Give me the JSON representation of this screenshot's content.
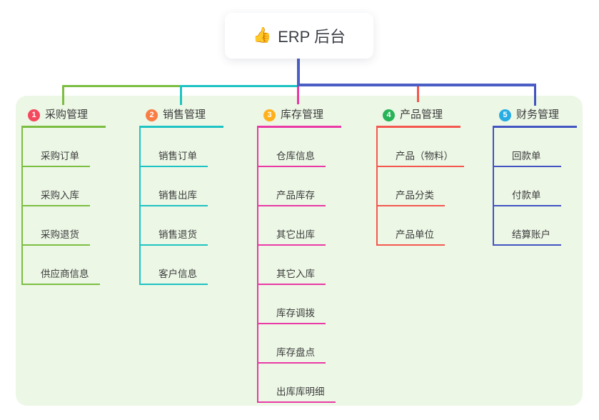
{
  "root": {
    "emoji": "👍",
    "label": "ERP 后台"
  },
  "colors": {
    "panel_bg": "#ecf7e6",
    "center_line": "#4b5ec5",
    "purchase_green": "#7cbe41",
    "sales_teal": "#1ec3c3",
    "inventory_magenta": "#e93aa6",
    "product_red": "#f4574f",
    "finance_indigo": "#4154c1"
  },
  "branches": [
    {
      "badge": "1",
      "label": "采购管理",
      "badge_color": "#f4495d",
      "line_color": "#7cbe41",
      "items": [
        "采购订单",
        "采购入库",
        "采购退货",
        "供应商信息"
      ]
    },
    {
      "badge": "2",
      "label": "销售管理",
      "badge_color": "#f97c45",
      "line_color": "#1ec3c3",
      "items": [
        "销售订单",
        "销售出库",
        "销售退货",
        "客户信息"
      ]
    },
    {
      "badge": "3",
      "label": "库存管理",
      "badge_color": "#ffb11c",
      "line_color": "#e93aa6",
      "items": [
        "仓库信息",
        "产品库存",
        "其它出库",
        "其它入库",
        "库存调拨",
        "库存盘点",
        "出库库明细"
      ]
    },
    {
      "badge": "4",
      "label": "产品管理",
      "badge_color": "#27b356",
      "line_color": "#f4574f",
      "items": [
        "产品（物料）",
        "产品分类",
        "产品单位"
      ]
    },
    {
      "badge": "5",
      "label": "财务管理",
      "badge_color": "#27ace4",
      "line_color": "#4154c1",
      "items": [
        "回款单",
        "付款单",
        "结算账户"
      ]
    }
  ]
}
